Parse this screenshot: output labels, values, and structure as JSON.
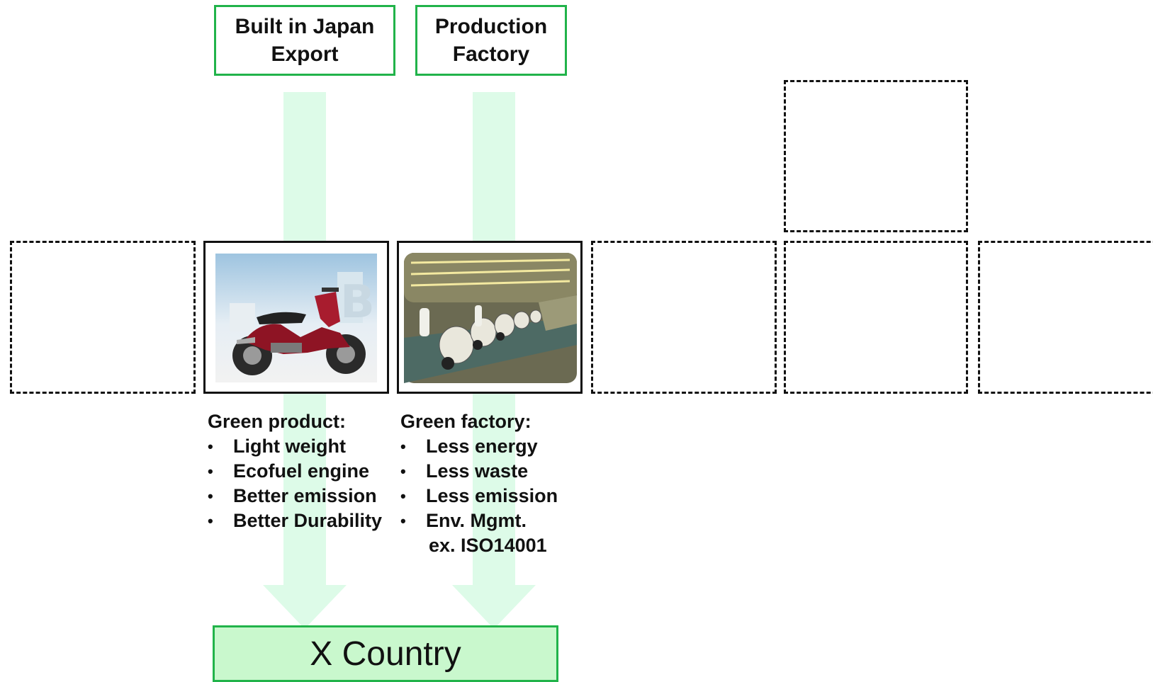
{
  "top_labels": {
    "export": "Built in Japan\nExport",
    "factory": "Production\nFactory"
  },
  "product": {
    "heading": "Green product:",
    "items": [
      "Light weight",
      "Ecofuel engine",
      "Better emission",
      "Better Durability"
    ]
  },
  "factory": {
    "heading": "Green factory:",
    "items": [
      "Less energy",
      "Less waste",
      "Less emission",
      "Env. Mgmt."
    ],
    "subnote": "ex. ISO14001"
  },
  "destination": "X Country",
  "colors": {
    "green_border": "#21b34a",
    "arrow_fill": "#ddfbe8",
    "country_fill": "#c9f8cd"
  }
}
